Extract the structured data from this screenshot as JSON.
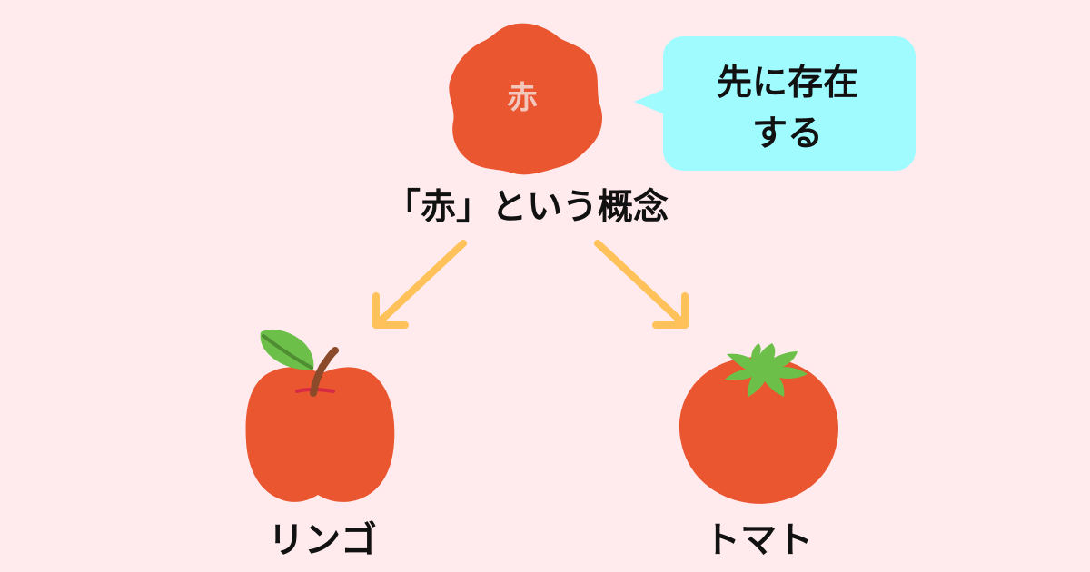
{
  "diagram": {
    "central_concept": {
      "blob_label": "赤",
      "concept_label": "「赤」という概念"
    },
    "note": {
      "text": "先に存在\nする"
    },
    "examples": [
      {
        "label": "リンゴ",
        "icon": "apple-icon"
      },
      {
        "label": "トマト",
        "icon": "tomato-icon"
      }
    ],
    "colors": {
      "background": "#ffebee",
      "red": "#e95630",
      "note_bubble": "#a0fbff",
      "arrow": "#ffc15a",
      "leaf": "#6cc04a",
      "stem": "#8b4b2b"
    }
  }
}
